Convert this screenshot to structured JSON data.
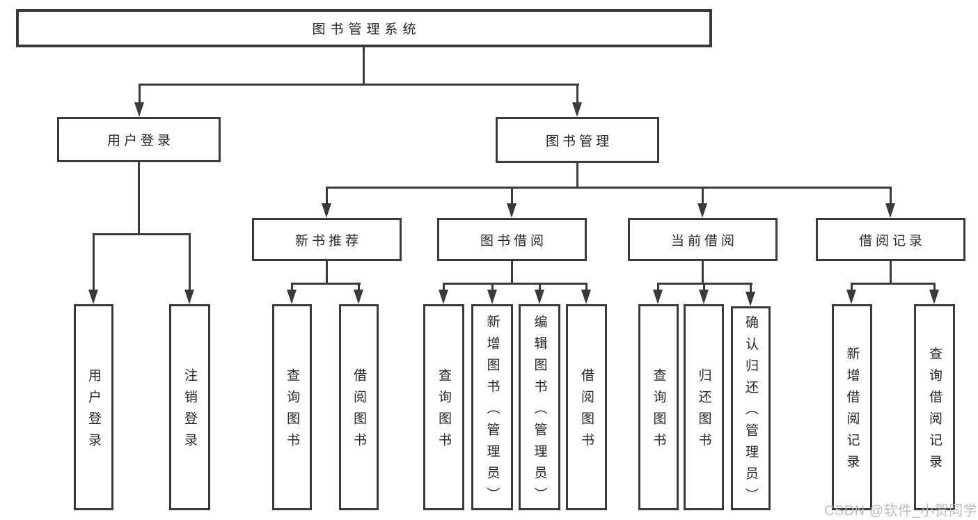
{
  "root": {
    "label": "图书管理系统"
  },
  "user_login": {
    "label": "用户登录",
    "children": [
      "用户登录",
      "注销登录"
    ]
  },
  "book_management": {
    "label": "图书管理"
  },
  "new_book_recommend": {
    "label": "新书推荐",
    "children": [
      "查询图书",
      "借阅图书"
    ]
  },
  "book_borrow": {
    "label": "图书借阅",
    "children": [
      "查询图书",
      "新增图书（管理员）",
      "编辑图书（管理员）",
      "借阅图书"
    ]
  },
  "current_borrow": {
    "label": "当前借阅",
    "children": [
      "查询图书",
      "归还图书",
      "确认归还（管理员）"
    ]
  },
  "borrow_record": {
    "label": "借阅记录",
    "children": [
      "新增借阅记录",
      "查询借阅记录"
    ]
  },
  "watermark": "CSDN @软件_小贺同学",
  "colors": {
    "line": "#3a3a3a",
    "text": "#262626",
    "background": "#ffffff",
    "watermark": "#b9b9b9"
  }
}
